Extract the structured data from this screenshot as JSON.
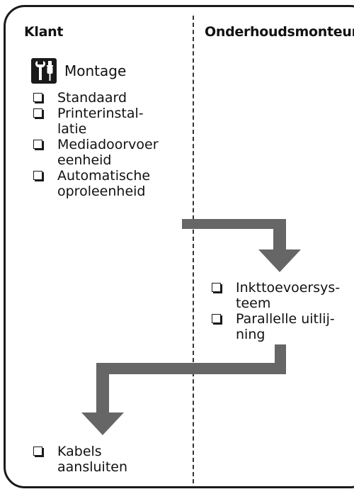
{
  "columns": {
    "left": "Klant",
    "right": "Onderhoudsmonteur"
  },
  "montage": {
    "icon": "tools-icon",
    "label": "Montage"
  },
  "left_items": [
    {
      "lines": [
        "Standaard"
      ]
    },
    {
      "lines": [
        "Printerinstal-",
        "latie"
      ]
    },
    {
      "lines": [
        "Mediadoorvoer",
        "eenheid"
      ]
    },
    {
      "lines": [
        "Automatische",
        "oproleenheid"
      ]
    }
  ],
  "right_items": [
    {
      "lines": [
        "Inkttoevoersys-",
        "teem"
      ]
    },
    {
      "lines": [
        "Parallelle uitlij-",
        "ning"
      ]
    }
  ],
  "bottom_items": [
    {
      "lines": [
        "Kabels",
        "aansluiten"
      ]
    }
  ],
  "colors": {
    "arrow": "#666666",
    "frame": "#1a1a1a"
  }
}
